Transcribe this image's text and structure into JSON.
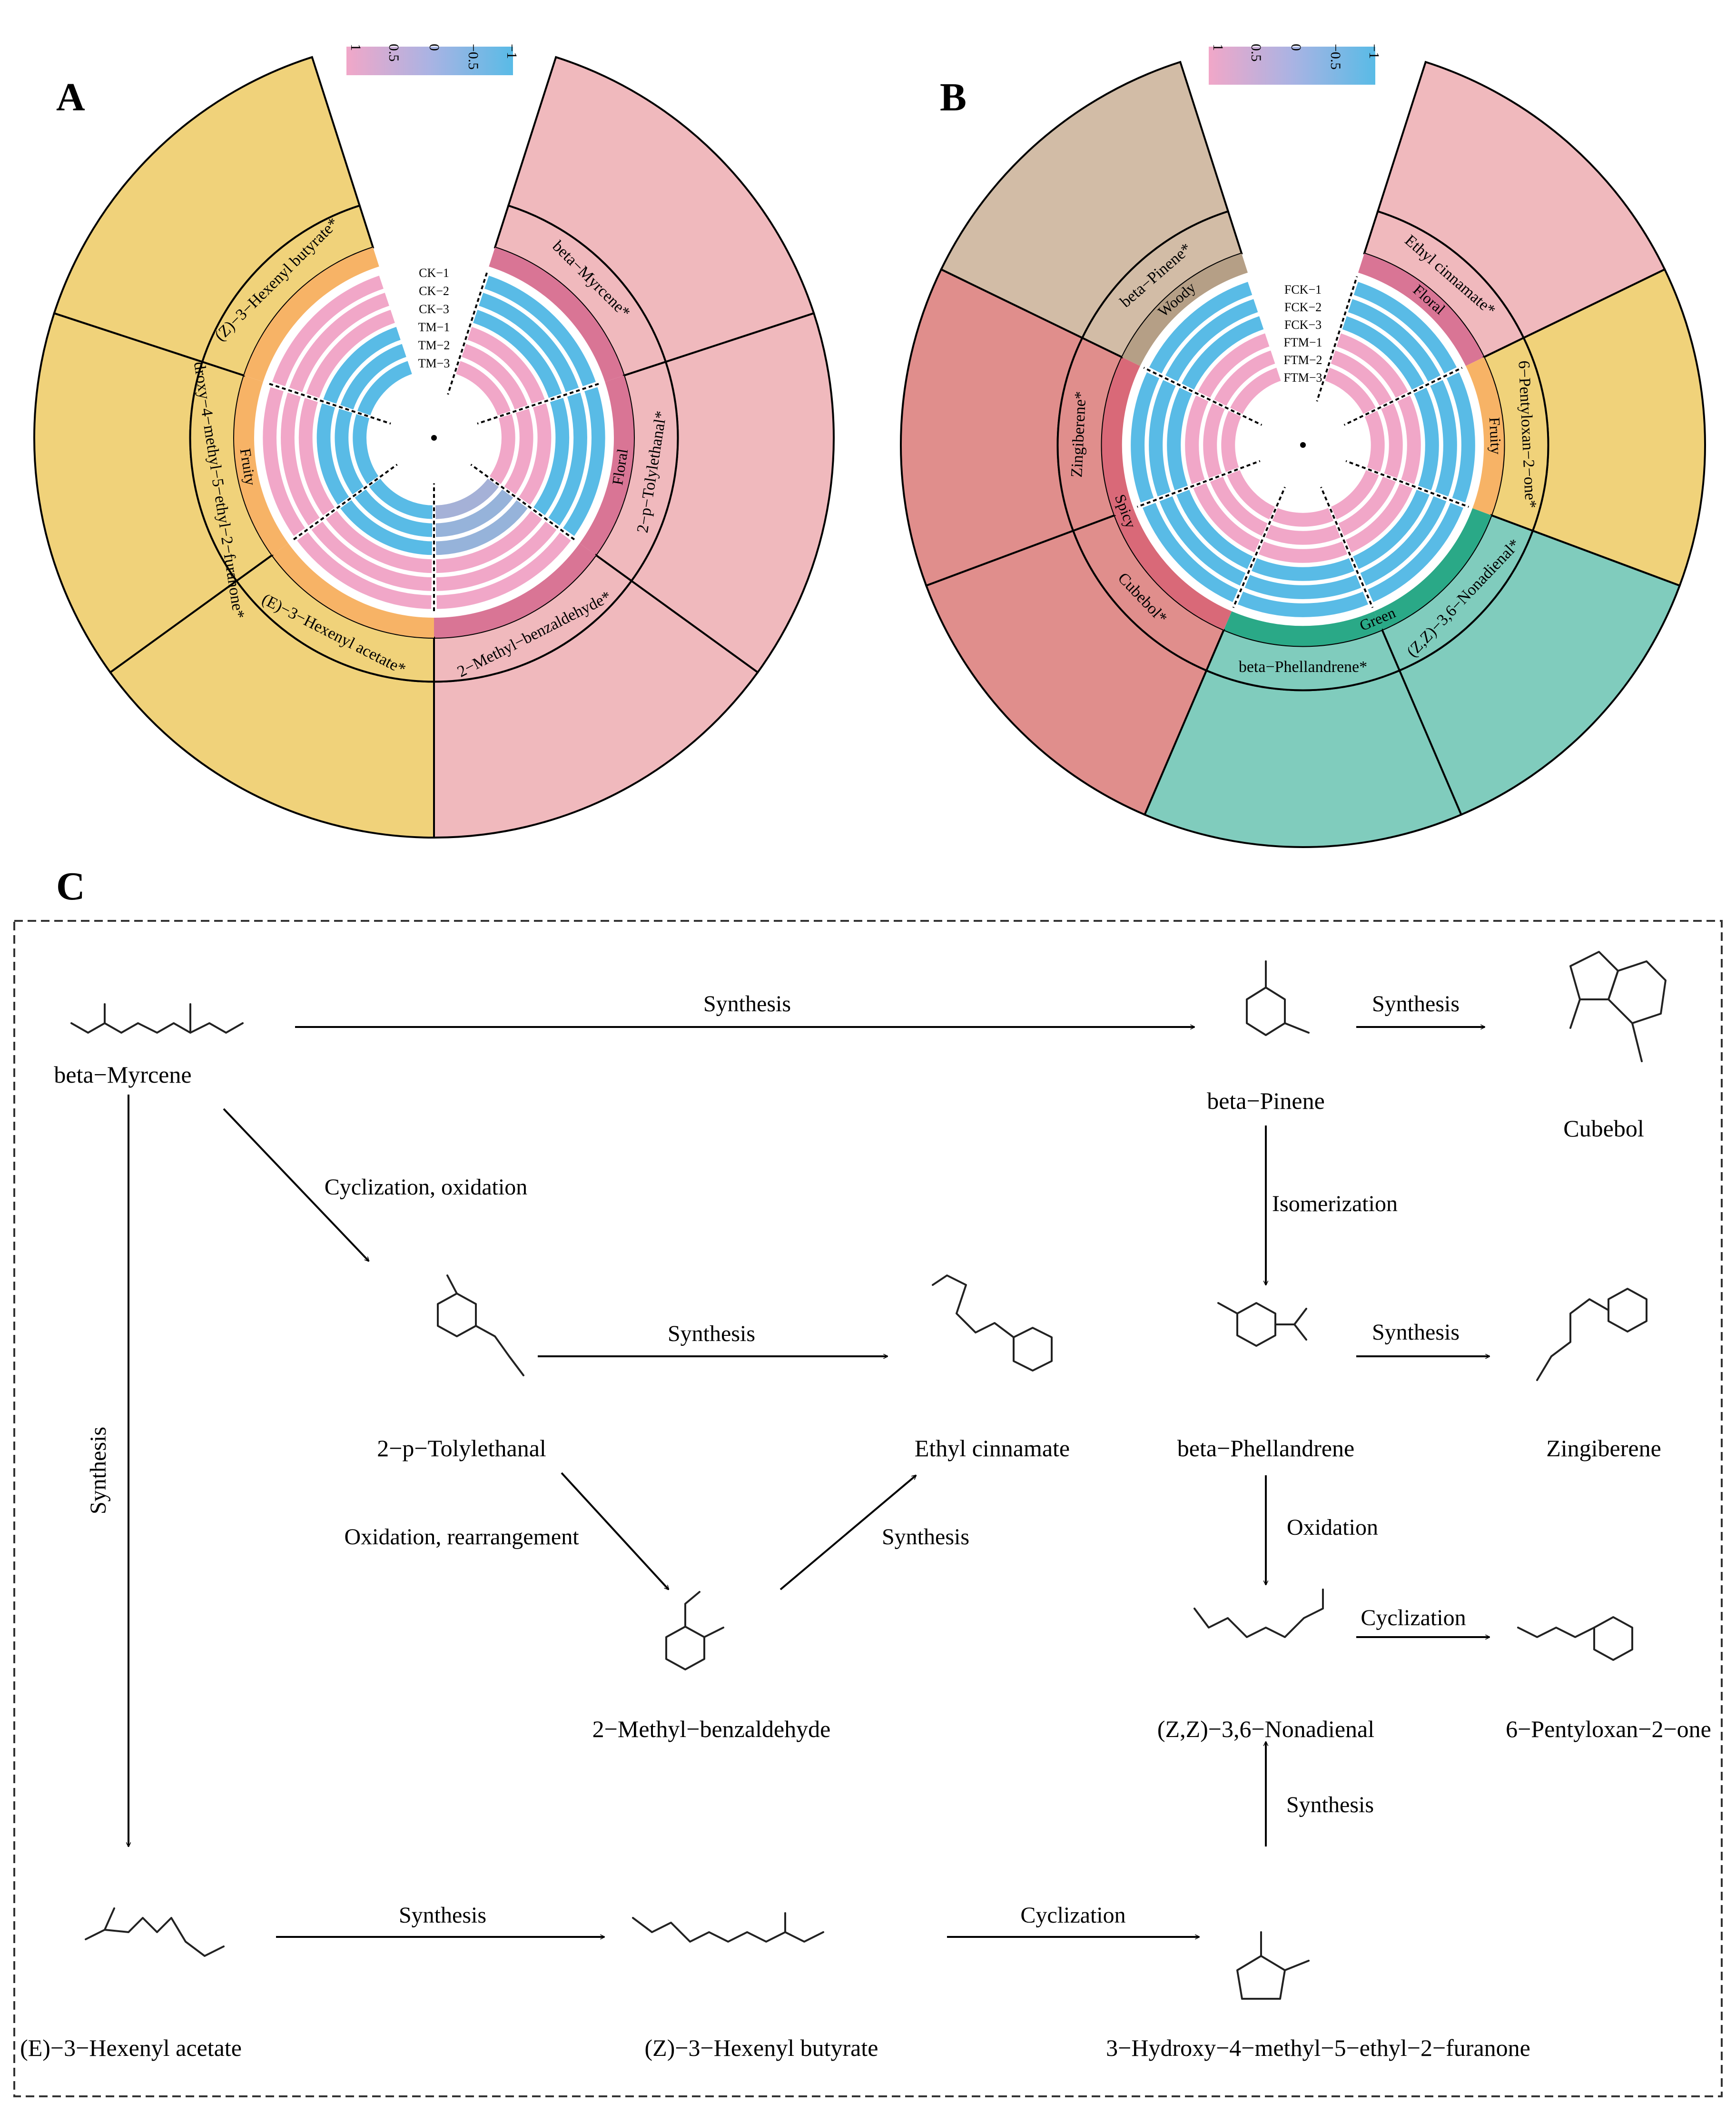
{
  "panels": {
    "a": "A",
    "b": "B",
    "c": "C"
  },
  "colorbar": {
    "ticks": [
      "1",
      "0.5",
      "0",
      "−0.5",
      "−1"
    ],
    "colors": [
      "#f1a7c8",
      "#59bbe6"
    ]
  },
  "panel_a": {
    "samples": [
      "CK−1",
      "CK−2",
      "CK−3",
      "TM−1",
      "TM−2",
      "TM−3"
    ],
    "classes": [
      {
        "name": "Floral",
        "color": "#d97595",
        "fill": "#f0b9bd"
      },
      {
        "name": "Fruity",
        "color": "#f7b366",
        "fill": "#f0d27a"
      }
    ],
    "compounds": [
      {
        "name": "beta−Myrcene*",
        "cls": 0,
        "values": [
          -1,
          -1,
          -1,
          1,
          1,
          1
        ]
      },
      {
        "name": "2−p−Tolylethanal*",
        "cls": 0,
        "values": [
          -1,
          -1,
          -1,
          1,
          1,
          1
        ]
      },
      {
        "name": "2−Methyl−benzaldehyde*",
        "cls": 0,
        "values": [
          1,
          1,
          1,
          -0.2,
          -0.2,
          0
        ]
      },
      {
        "name": "(E)−3−Hexenyl acetate*",
        "cls": 1,
        "values": [
          1,
          1,
          1,
          -1,
          -1,
          -1
        ]
      },
      {
        "name": "3−Hydroxy−4−methyl−5−ethyl−2−furanone*",
        "cls": 1,
        "values": [
          1,
          1,
          1,
          -1,
          -1,
          -1
        ]
      },
      {
        "name": "(Z)−3−Hexenyl butyrate*",
        "cls": 1,
        "values": [
          1,
          1,
          1,
          -1,
          -1,
          -1
        ]
      }
    ]
  },
  "panel_b": {
    "samples": [
      "FCK−1",
      "FCK−2",
      "FCK−3",
      "FTM−1",
      "FTM−2",
      "FTM−3"
    ],
    "classes": [
      {
        "name": "Floral",
        "color": "#d97595",
        "fill": "#f0b9bd"
      },
      {
        "name": "Fruity",
        "color": "#f7b366",
        "fill": "#f0d27a"
      },
      {
        "name": "Green",
        "color": "#2aa987",
        "fill": "#80ccbd"
      },
      {
        "name": "Spicy",
        "color": "#d96978",
        "fill": "#e08e8c"
      },
      {
        "name": "Woody",
        "color": "#b59f86",
        "fill": "#d2bca6"
      }
    ],
    "compounds": [
      {
        "name": "Ethyl cinnamate*",
        "cls": 0,
        "values": [
          -1,
          -1,
          -1,
          1,
          1,
          1
        ]
      },
      {
        "name": "6−Pentyloxan−2−one*",
        "cls": 1,
        "values": [
          -1,
          -1,
          -1,
          1,
          1,
          1
        ]
      },
      {
        "name": "(Z,Z)−3,6−Nonadienal*",
        "cls": 2,
        "values": [
          -1,
          -1,
          -1,
          1,
          1,
          1
        ]
      },
      {
        "name": "beta−Phellandrene*",
        "cls": 2,
        "values": [
          -1,
          -1,
          -1,
          1,
          1,
          1
        ]
      },
      {
        "name": "Cubebol*",
        "cls": 3,
        "values": [
          -1,
          -1,
          -1,
          1,
          1,
          1
        ]
      },
      {
        "name": "Zingiberene*",
        "cls": 3,
        "values": [
          -1,
          -1,
          -1,
          1,
          1,
          1
        ]
      },
      {
        "name": "beta−Pinene*",
        "cls": 4,
        "values": [
          -1,
          -1,
          -1,
          1,
          1,
          1
        ]
      }
    ]
  },
  "pathway": {
    "nodes": {
      "myrcene": "beta−Myrcene",
      "pinene": "beta−Pinene",
      "cubebol": "Cubebol",
      "tolylethanal": "2−p−Tolylethanal",
      "ethyl_cinnamate": "Ethyl cinnamate",
      "phellandrene": "beta−Phellandrene",
      "zingiberene": "Zingiberene",
      "methylbenzaldehyde": "2−Methyl−benzaldehyde",
      "nonadienal": "(Z,Z)−3,6−Nonadienal",
      "pentyloxanone": "6−Pentyloxan−2−one",
      "hexenyl_acetate": "(E)−3−Hexenyl acetate",
      "hexenyl_butyrate": "(Z)−3−Hexenyl butyrate",
      "furanone": "3−Hydroxy−4−methyl−5−ethyl−2−furanone"
    },
    "edges": {
      "myrcene_pinene": "Synthesis",
      "pinene_cubebol": "Synthesis",
      "myrcene_tolyl": "Cyclization, oxidation",
      "tolyl_cinnamate": "Synthesis",
      "pinene_phell": "Isomerization",
      "phell_zing": "Synthesis",
      "myrcene_acetate": "Synthesis",
      "tolyl_methylbenz": "Oxidation, rearrangement",
      "methylbenz_cinnamate": "Synthesis",
      "phell_nonadienal": "Oxidation",
      "nonadienal_pentyl": "Cyclization",
      "furanone_nonadienal": "Synthesis",
      "acetate_butyrate": "Synthesis",
      "butyrate_furanone": "Cyclization"
    }
  }
}
